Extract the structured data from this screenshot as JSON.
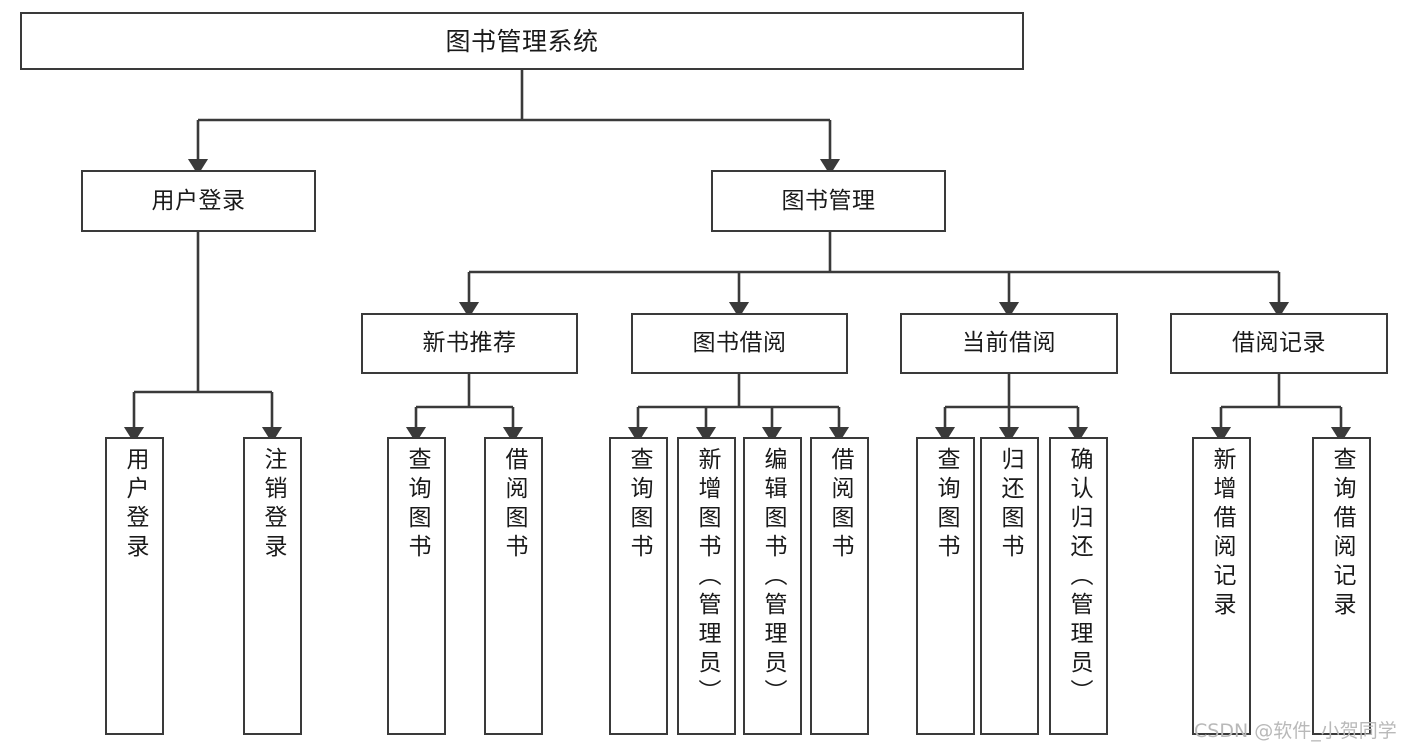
{
  "diagram": {
    "type": "tree-hierarchy",
    "title": "图书管理系统",
    "watermark": "CSDN @软件_小贺同学",
    "colors": {
      "stroke": "#3a3a3a",
      "fill": "#ffffff",
      "text": "#1a1a1a",
      "watermark": "#b9b9b9"
    }
  },
  "nodes": {
    "root": {
      "label": "图书管理系统"
    },
    "level1": [
      {
        "label": "用户登录"
      },
      {
        "label": "图书管理"
      }
    ],
    "level2": [
      {
        "label": "新书推荐"
      },
      {
        "label": "图书借阅"
      },
      {
        "label": "当前借阅"
      },
      {
        "label": "借阅记录"
      }
    ],
    "leaves": {
      "user_login": [
        {
          "label": "用户登录"
        },
        {
          "label": "注销登录"
        }
      ],
      "new_book": [
        {
          "label": "查询图书"
        },
        {
          "label": "借阅图书"
        }
      ],
      "book_borrow": [
        {
          "label": "查询图书"
        },
        {
          "label": "新增图书（管理员）"
        },
        {
          "label": "编辑图书（管理员）"
        },
        {
          "label": "借阅图书"
        }
      ],
      "current_borrow": [
        {
          "label": "查询图书"
        },
        {
          "label": "归还图书"
        },
        {
          "label": "确认归还（管理员）"
        }
      ],
      "borrow_record": [
        {
          "label": "新增借阅记录"
        },
        {
          "label": "查询借阅记录"
        }
      ]
    }
  }
}
